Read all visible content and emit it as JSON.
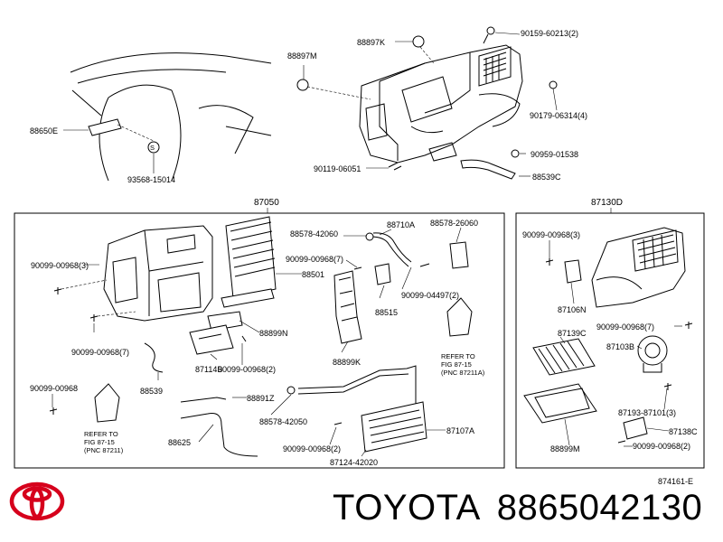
{
  "labels": {
    "l_88897K": "88897K",
    "l_90159": "90159-60213(2)",
    "l_88897M": "88897M",
    "l_90179": "90179-06314(4)",
    "l_88650E": "88650E",
    "l_93568": "93568-15014",
    "l_90119": "90119-06051",
    "l_90959": "90959-01538",
    "l_88539C": "88539C",
    "l_87050": "87050",
    "l_87130D": "87130D",
    "l_88578a": "88578-42060",
    "l_88710A": "88710A",
    "l_88578b": "88578-26060",
    "l_90099_3": "90099-00968(3)",
    "l_90099_7a": "90099-00968(7)",
    "l_88501": "88501",
    "l_90099_04497": "90099-04497(2)",
    "l_88515": "88515",
    "l_88899N": "88899N",
    "l_90099_7b": "90099-00968(7)",
    "l_88899K": "88899K",
    "l_refer1_a": "REFER TO",
    "l_refer1_b": "FIG 87-15",
    "l_refer1_c": "(PNC 87211A)",
    "l_87114B": "87114B",
    "l_90099_2a": "90099-00968(2)",
    "l_88539": "88539",
    "l_90099_00968": "90099-00968",
    "l_88891Z": "88891Z",
    "l_refer2_a": "REFER TO",
    "l_refer2_b": "FIG 87-15",
    "l_refer2_c": "(PNC 87211)",
    "l_88578c": "88578-42050",
    "l_88625": "88625",
    "l_90099_2b": "90099-00968(2)",
    "l_87124": "87124-42020",
    "l_87107A": "87107A",
    "l_90099_3b": "90099-00968(3)",
    "l_87106N": "87106N",
    "l_90099_7c": "90099-00968(7)",
    "l_87139C": "87139C",
    "l_87103B": "87103B",
    "l_87193": "87193-87101(3)",
    "l_87138C": "87138C",
    "l_88899M": "88899M",
    "l_90099_2c": "90099-00968(2)",
    "l_fig": "874161-E"
  },
  "footer": {
    "brand": "TOYOTA",
    "part_number": "8865042130",
    "logo_color": "#d6001c"
  }
}
